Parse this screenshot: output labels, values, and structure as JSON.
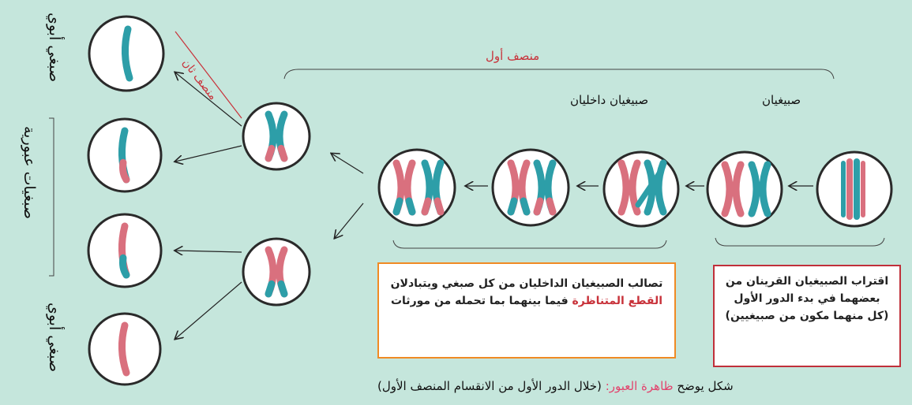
{
  "colors": {
    "background": "#c5e6dc",
    "maternal": "#d9707e",
    "paternal": "#2d9ea8",
    "highlight": "#c8323a",
    "box_orange": "#f08a24",
    "box_red": "#c0303a"
  },
  "labels": {
    "meiosis1": "منصف أول",
    "meiosis2": "منصف ثان",
    "chromatids": "صبيغيان",
    "inner_chromatids": "صبيغيان داخليان",
    "parental_top": "صبغي أبوي",
    "parental_bottom": "صبغي أبوي",
    "recombinant": "صبغيات عبورية"
  },
  "box_right": {
    "text": "اقتراب الصبيغيان القرينان من بعضهما في بدء الدور الأول (كل منهما مكون من صبيغيين)"
  },
  "box_left": {
    "text_a": "تصالب الصبيغيان الداخليان من كل صبغي ويتبادلان",
    "text_highlight": "القطع المتناظرة",
    "text_b": "فيما بينهما بما تحمله من مورثات"
  },
  "caption": {
    "prefix": "شكل يوضح",
    "highlight": "ظاهرة العبور:",
    "suffix": "(خلال الدور الأول من الانقسام المنصف الأول)"
  }
}
